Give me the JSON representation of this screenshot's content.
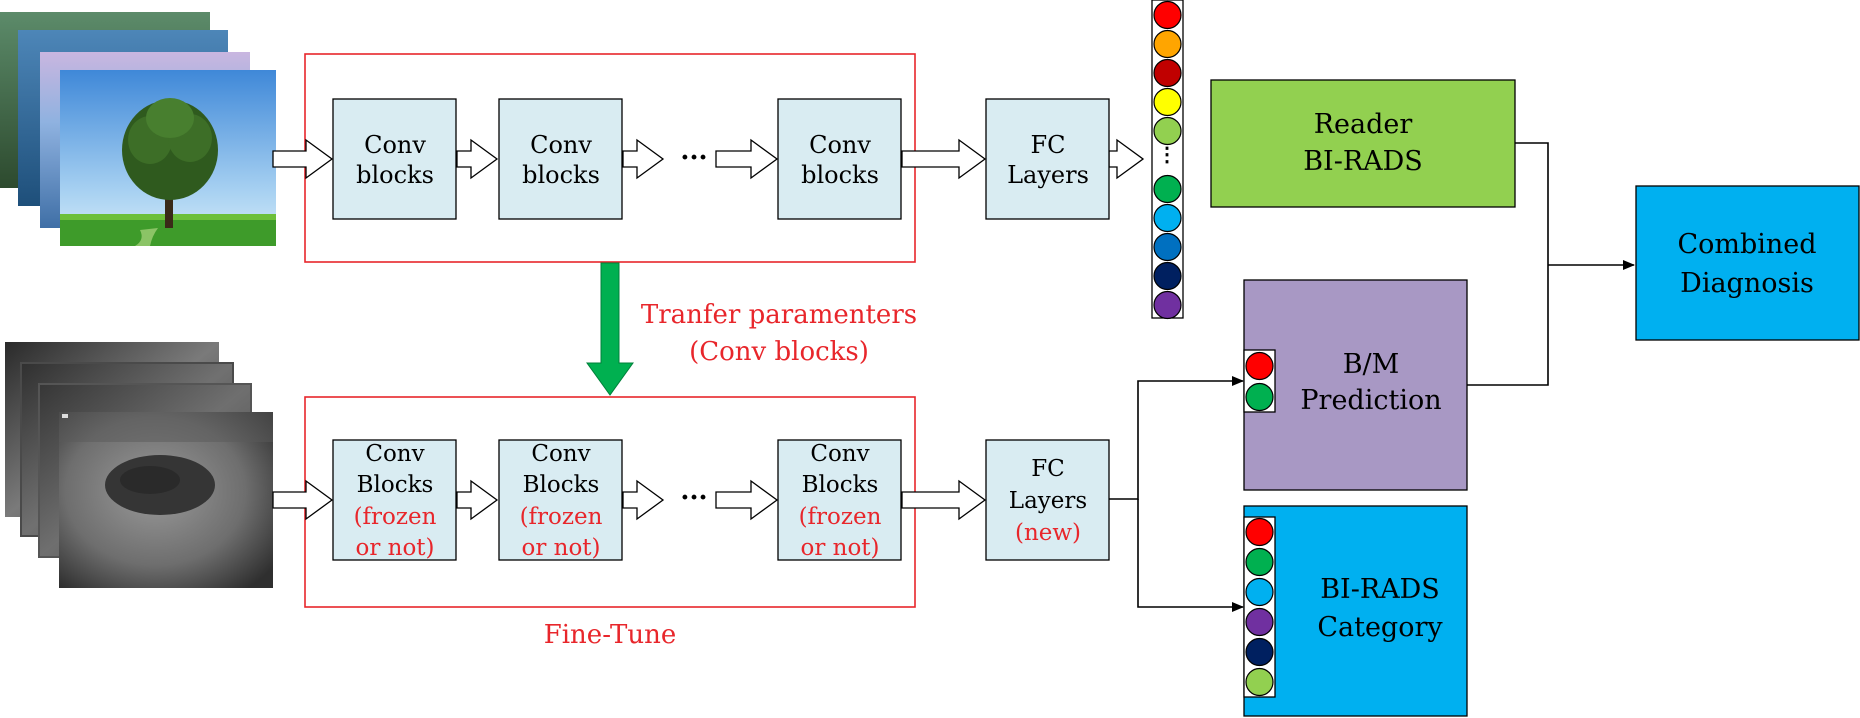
{
  "top_row": {
    "blocks": [
      {
        "line1": "Conv",
        "line2": "blocks"
      },
      {
        "line1": "Conv",
        "line2": "blocks"
      },
      {
        "line1": "Conv",
        "line2": "blocks"
      }
    ],
    "ellipsis": "···",
    "fc": {
      "line1": "FC",
      "line2": "Layers"
    },
    "output_dots_label": "⋮",
    "output_colors": [
      "#ff0000",
      "#ffa500",
      "#c00000",
      "#ffff00",
      "#92d050",
      "",
      "#00b050",
      "#00b0f0",
      "#0070c0",
      "#002060",
      "#7030a0"
    ]
  },
  "transfer": {
    "line1": "Tranfer paramenters",
    "line2": "(Conv blocks)"
  },
  "bottom_row": {
    "blocks": [
      {
        "line1": "Conv",
        "line2": "Blocks",
        "line3": "(frozen",
        "line4": "or not)"
      },
      {
        "line1": "Conv",
        "line2": "Blocks",
        "line3": "(frozen",
        "line4": "or not)"
      },
      {
        "line1": "Conv",
        "line2": "Blocks",
        "line3": "(frozen",
        "line4": "or not)"
      }
    ],
    "ellipsis": "···",
    "fc": {
      "line1": "FC",
      "line2": "Layers",
      "line3": "(new)"
    },
    "finetune_label": "Fine-Tune"
  },
  "reader": {
    "line1": "Reader",
    "line2": "BI-RADS"
  },
  "bm": {
    "line1": "B/M",
    "line2": "Prediction",
    "dot_colors": [
      "#ff0000",
      "#00b050"
    ]
  },
  "birads": {
    "line1": "BI-RADS",
    "line2": "Category",
    "dot_colors": [
      "#ff0000",
      "#00b050",
      "#00b0f0",
      "#7030a0",
      "#002060",
      "#92d050"
    ]
  },
  "combined": {
    "line1": "Combined",
    "line2": "Diagnosis"
  },
  "colors": {
    "accent_red": "#e8262b",
    "block_fill": "#d9ecf2",
    "reader_fill": "#92d050",
    "bm_fill": "#a898c4",
    "blue_fill": "#00b0f0",
    "transfer_arrow": "#00b050"
  }
}
